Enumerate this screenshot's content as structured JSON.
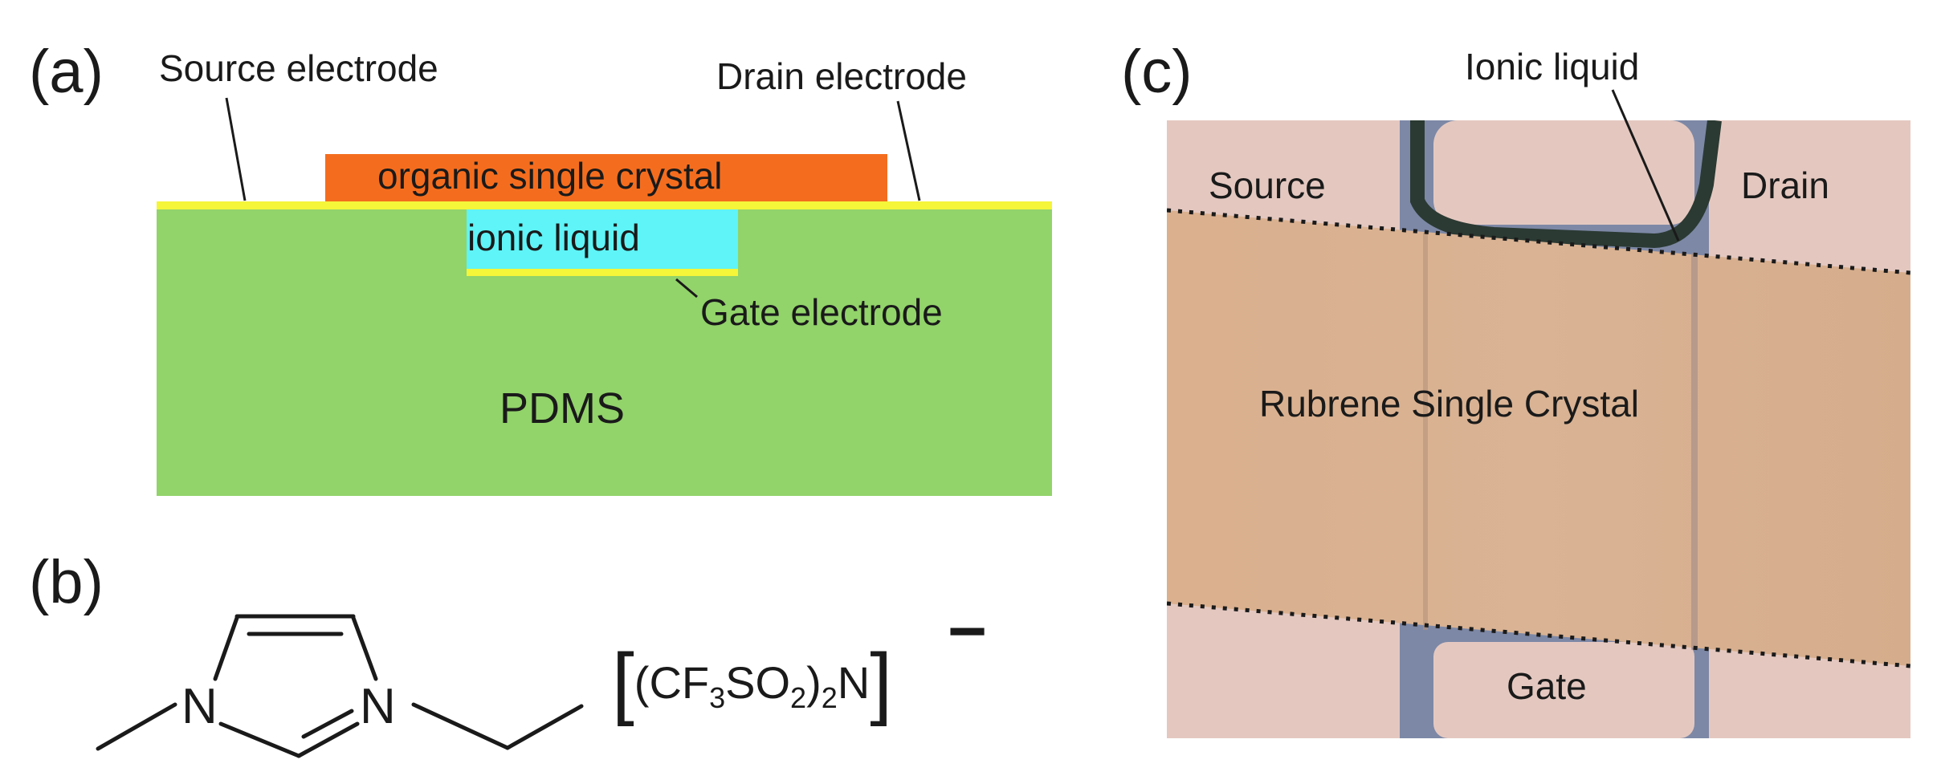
{
  "panel_a": {
    "label": "(a)",
    "source_electrode": "Source electrode",
    "drain_electrode": "Drain electrode",
    "crystal": "organic single crystal",
    "ionic_liquid": "ionic liquid",
    "gate_electrode": "Gate electrode",
    "substrate": "PDMS"
  },
  "panel_b": {
    "label": "(b)",
    "atom_n1": "N",
    "atom_n2": "N",
    "anion_open": "[",
    "anion_part1": "(CF",
    "anion_sub1": "3",
    "anion_part2": "SO",
    "anion_sub2": "2",
    "anion_part3": ")",
    "anion_sub3": "2",
    "anion_part4": "N",
    "anion_close": "]",
    "anion_charge": "−"
  },
  "panel_c": {
    "label": "(c)",
    "ionic_liquid": "Ionic liquid",
    "source": "Source",
    "drain": "Drain",
    "crystal": "Rubrene Single Crystal",
    "gate": "Gate"
  },
  "colors": {
    "pdms": "#92d36a",
    "crystal_orange": "#f46d1e",
    "electrode_yellow": "#f5f53a",
    "ionic_cyan": "#5ff4f7",
    "photo_bg": "#d9b294",
    "photo_electrode": "#e4c8c0",
    "photo_frame": "#7d88a6"
  }
}
